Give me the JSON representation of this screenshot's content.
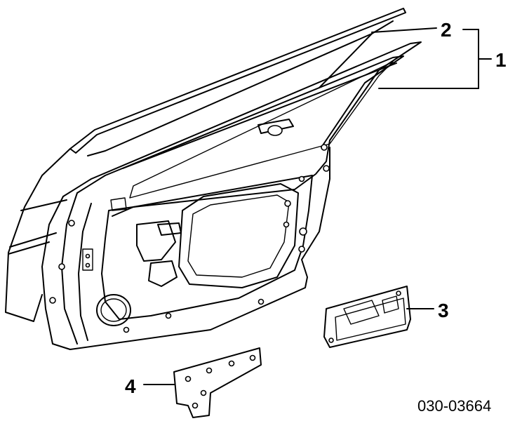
{
  "callouts": {
    "c1": "1",
    "c2": "2",
    "c3": "3",
    "c4": "4"
  },
  "diagram_code": "030-03664"
}
